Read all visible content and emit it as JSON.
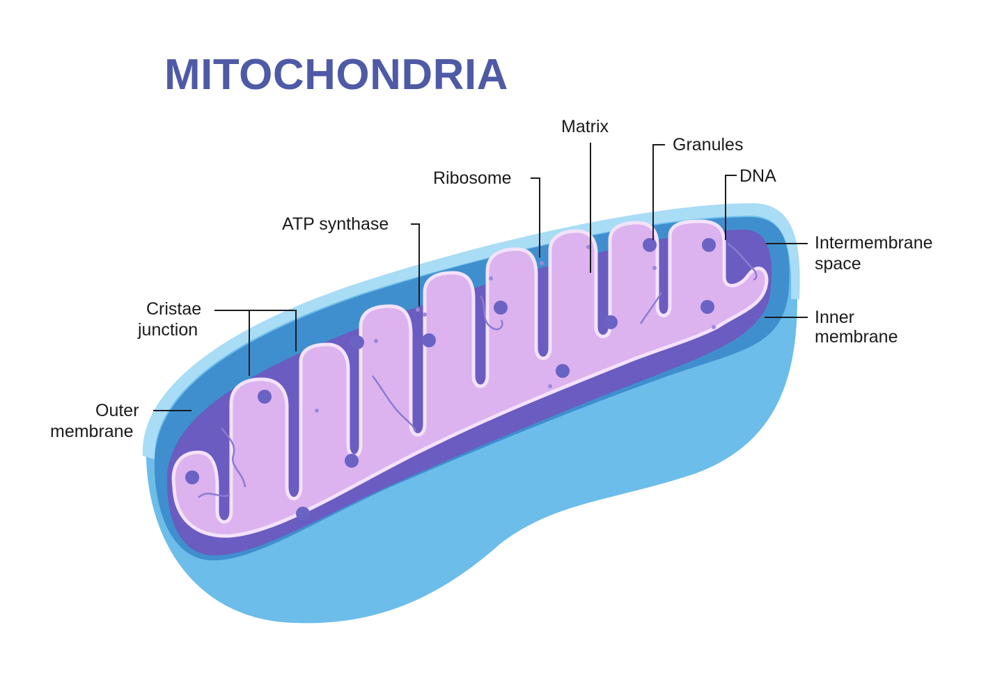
{
  "title": "MITOCHONDRIA",
  "labels": {
    "matrix": "Matrix",
    "granules": "Granules",
    "dna": "DNA",
    "ribosome": "Ribosome",
    "atp_synthase": "ATP synthase",
    "intermembrane_space_1": "Intermembrane",
    "intermembrane_space_2": "space",
    "inner_membrane_1": "Inner",
    "inner_membrane_2": "membrane",
    "cristae_junction_1": "Cristae",
    "cristae_junction_2": "junction",
    "outer_membrane_1": "Outer",
    "outer_membrane_2": "membrane"
  },
  "colors": {
    "title": "#4f5aa6",
    "outer_shell": "#6cbdea",
    "outer_shell_light": "#a9dcf5",
    "intermembrane": "#3f8fce",
    "inner_shadow": "#6a5cc0",
    "matrix": "#dcb3ee",
    "matrix_edge": "#f3e2fa",
    "granule": "#6a63c4",
    "label_text": "#1a1a1a"
  }
}
